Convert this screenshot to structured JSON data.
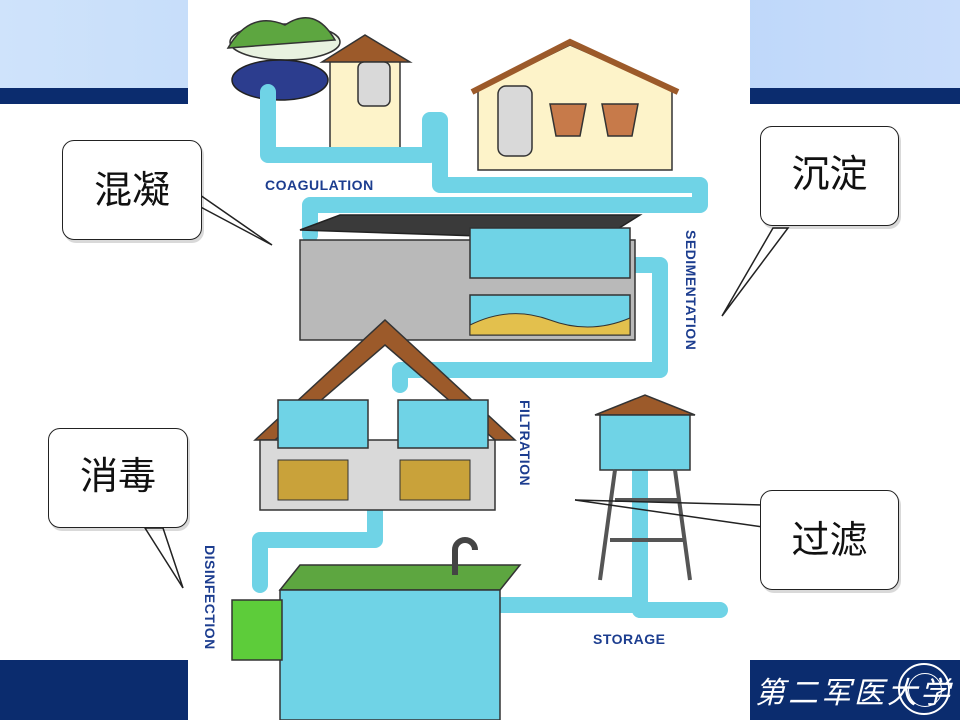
{
  "slide": {
    "callouts": {
      "coagulation_cn": "混凝",
      "sedimentation_cn": "沉淀",
      "disinfection_cn": "消毒",
      "filtration_cn": "过滤"
    },
    "diagram_labels": {
      "coagulation": "COAGULATION",
      "sedimentation": "SEDIMENTATION",
      "filtration": "FILTRATION",
      "disinfection": "DISINFECTION",
      "storage": "STORAGE"
    },
    "footer": {
      "university_logo_text": "第二军医大学"
    },
    "colors": {
      "header_band_light": "#c3dafa",
      "header_band_dark": "#0b2c6e",
      "water": "#6fd3e6",
      "water_dark": "#2aa6c4",
      "label_blue": "#1c3d8f"
    }
  }
}
